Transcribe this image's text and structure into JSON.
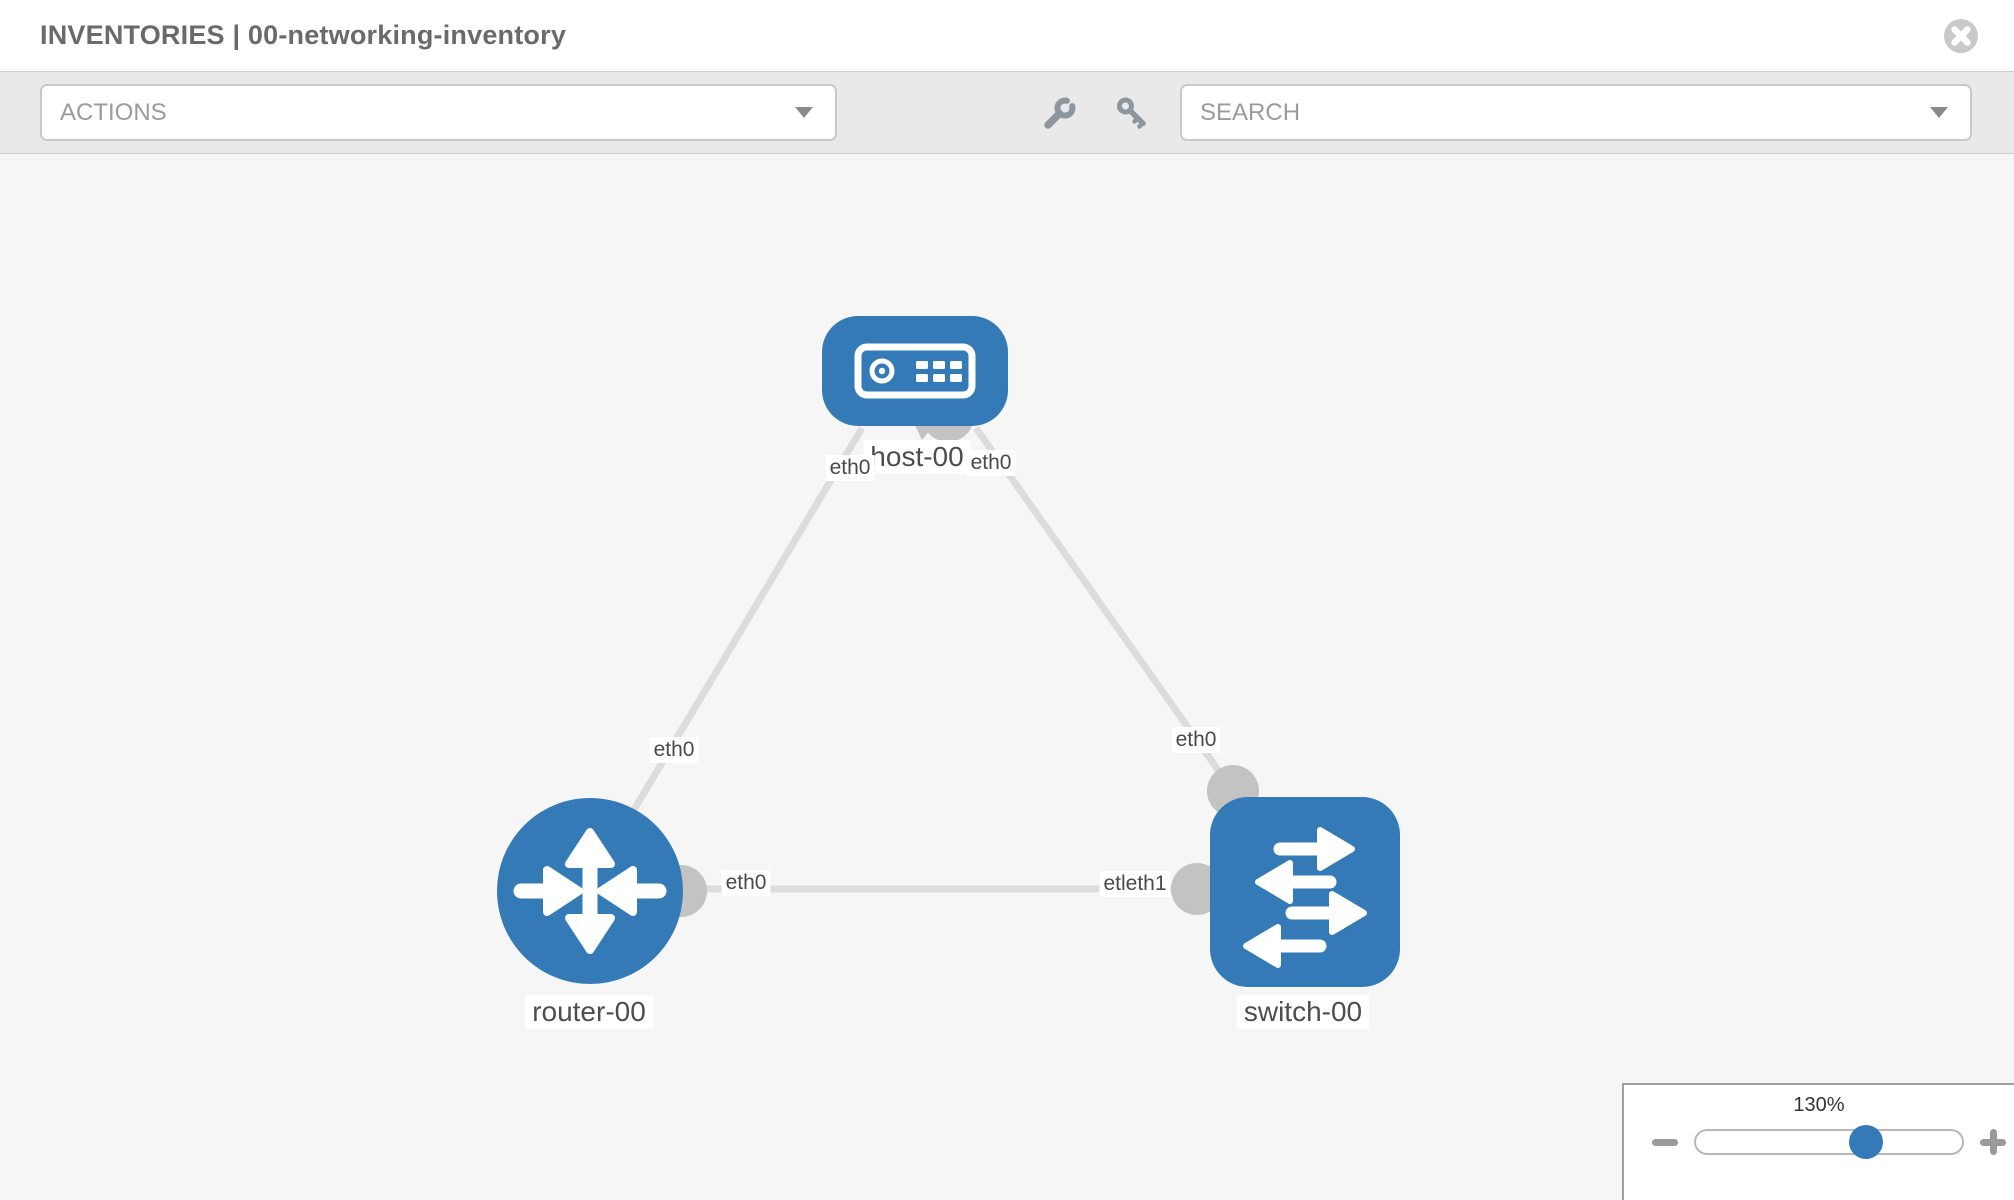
{
  "header": {
    "title": "INVENTORIES | 00-networking-inventory",
    "close_icon": "circle-x"
  },
  "toolbar": {
    "actions_label": "ACTIONS",
    "search_label": "SEARCH",
    "icons": [
      "wrench-icon",
      "key-icon"
    ]
  },
  "topology": {
    "accent_color": "#337ab7",
    "link_color": "#dcdcdc",
    "interface_dot_color": "#c3c3c3",
    "nodes": [
      {
        "name": "host-00",
        "type": "host"
      },
      {
        "name": "router-00",
        "type": "router"
      },
      {
        "name": "switch-00",
        "type": "switch"
      }
    ],
    "iface_labels": [
      "eth0",
      "eth0",
      "eth0",
      "eth0",
      "eth0",
      "etleth1"
    ],
    "links": [
      {
        "source": "host-00",
        "target": "router-00",
        "source_interface": "eth0",
        "target_interface": "eth0"
      },
      {
        "source": "host-00",
        "target": "switch-00",
        "source_interface": "eth0",
        "target_interface": "eth0"
      },
      {
        "source": "router-00",
        "target": "switch-00",
        "source_interface": "eth0",
        "target_interface": "etleth1"
      }
    ]
  },
  "zoom_control": {
    "level": "130%"
  }
}
